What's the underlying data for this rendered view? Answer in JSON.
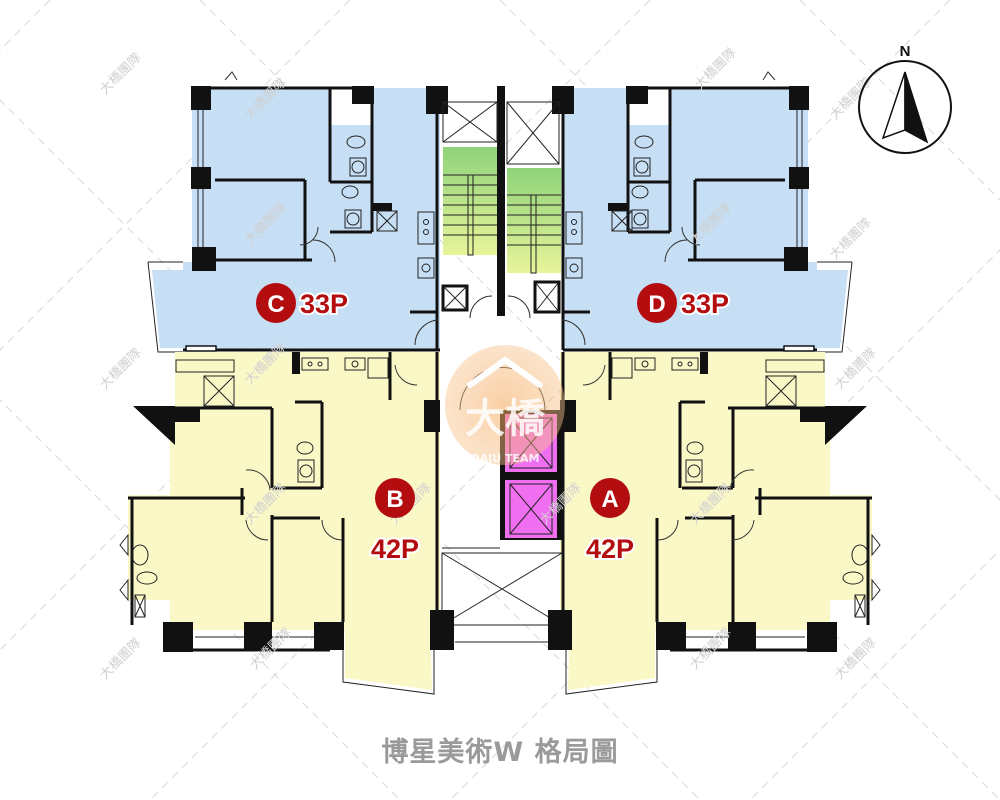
{
  "title": "博星美術W 格局圖",
  "compass": {
    "label": "N"
  },
  "watermark": {
    "text": "大橋團隊",
    "logo_main": "大橋",
    "logo_sub": "DAJU TEAM"
  },
  "units": [
    {
      "id": "C",
      "size": "33P",
      "color": "#c6dff5",
      "position": "northwest"
    },
    {
      "id": "D",
      "size": "33P",
      "color": "#c6dff5",
      "position": "northeast"
    },
    {
      "id": "B",
      "size": "42P",
      "color": "#fbf8c8",
      "position": "southwest"
    },
    {
      "id": "A",
      "size": "42P",
      "color": "#fbf8c8",
      "position": "southeast"
    }
  ],
  "colors": {
    "badge": "#b30d10",
    "unit_blue": "#c6dff5",
    "unit_yellow": "#fbf8c8",
    "stair_green": "#a6df78",
    "elevator_magenta": "#f06ef0",
    "title_gray": "#9a9a9a"
  },
  "core": {
    "stairs": 2,
    "elevators": 2
  }
}
